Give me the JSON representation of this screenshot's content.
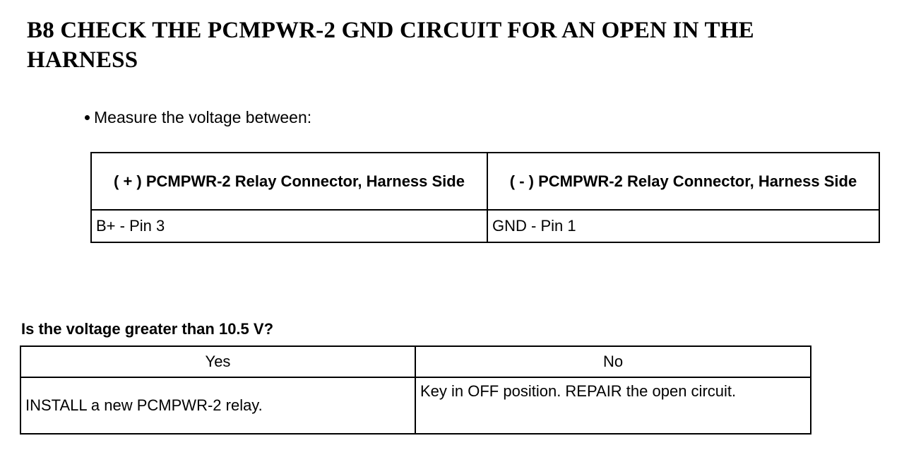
{
  "document": {
    "title": "B8 CHECK THE PCMPWR-2 GND CIRCUIT FOR AN OPEN IN THE HARNESS",
    "instruction": "Measure the voltage between:",
    "question": "Is the voltage greater than 10.5 V?"
  },
  "measure_table": {
    "headers": [
      "( + ) PCMPWR-2 Relay Connector, Harness Side",
      "( - ) PCMPWR-2 Relay Connector, Harness Side"
    ],
    "rows": [
      [
        "B+ - Pin 3",
        "GND - Pin 1"
      ]
    ]
  },
  "decision_table": {
    "headers": [
      "Yes",
      "No"
    ],
    "rows": [
      [
        "INSTALL a new PCMPWR-2 relay.",
        "Key in OFF position. REPAIR the open circuit."
      ]
    ]
  },
  "colors": {
    "background": "#ffffff",
    "text": "#000000",
    "border": "#000000"
  }
}
